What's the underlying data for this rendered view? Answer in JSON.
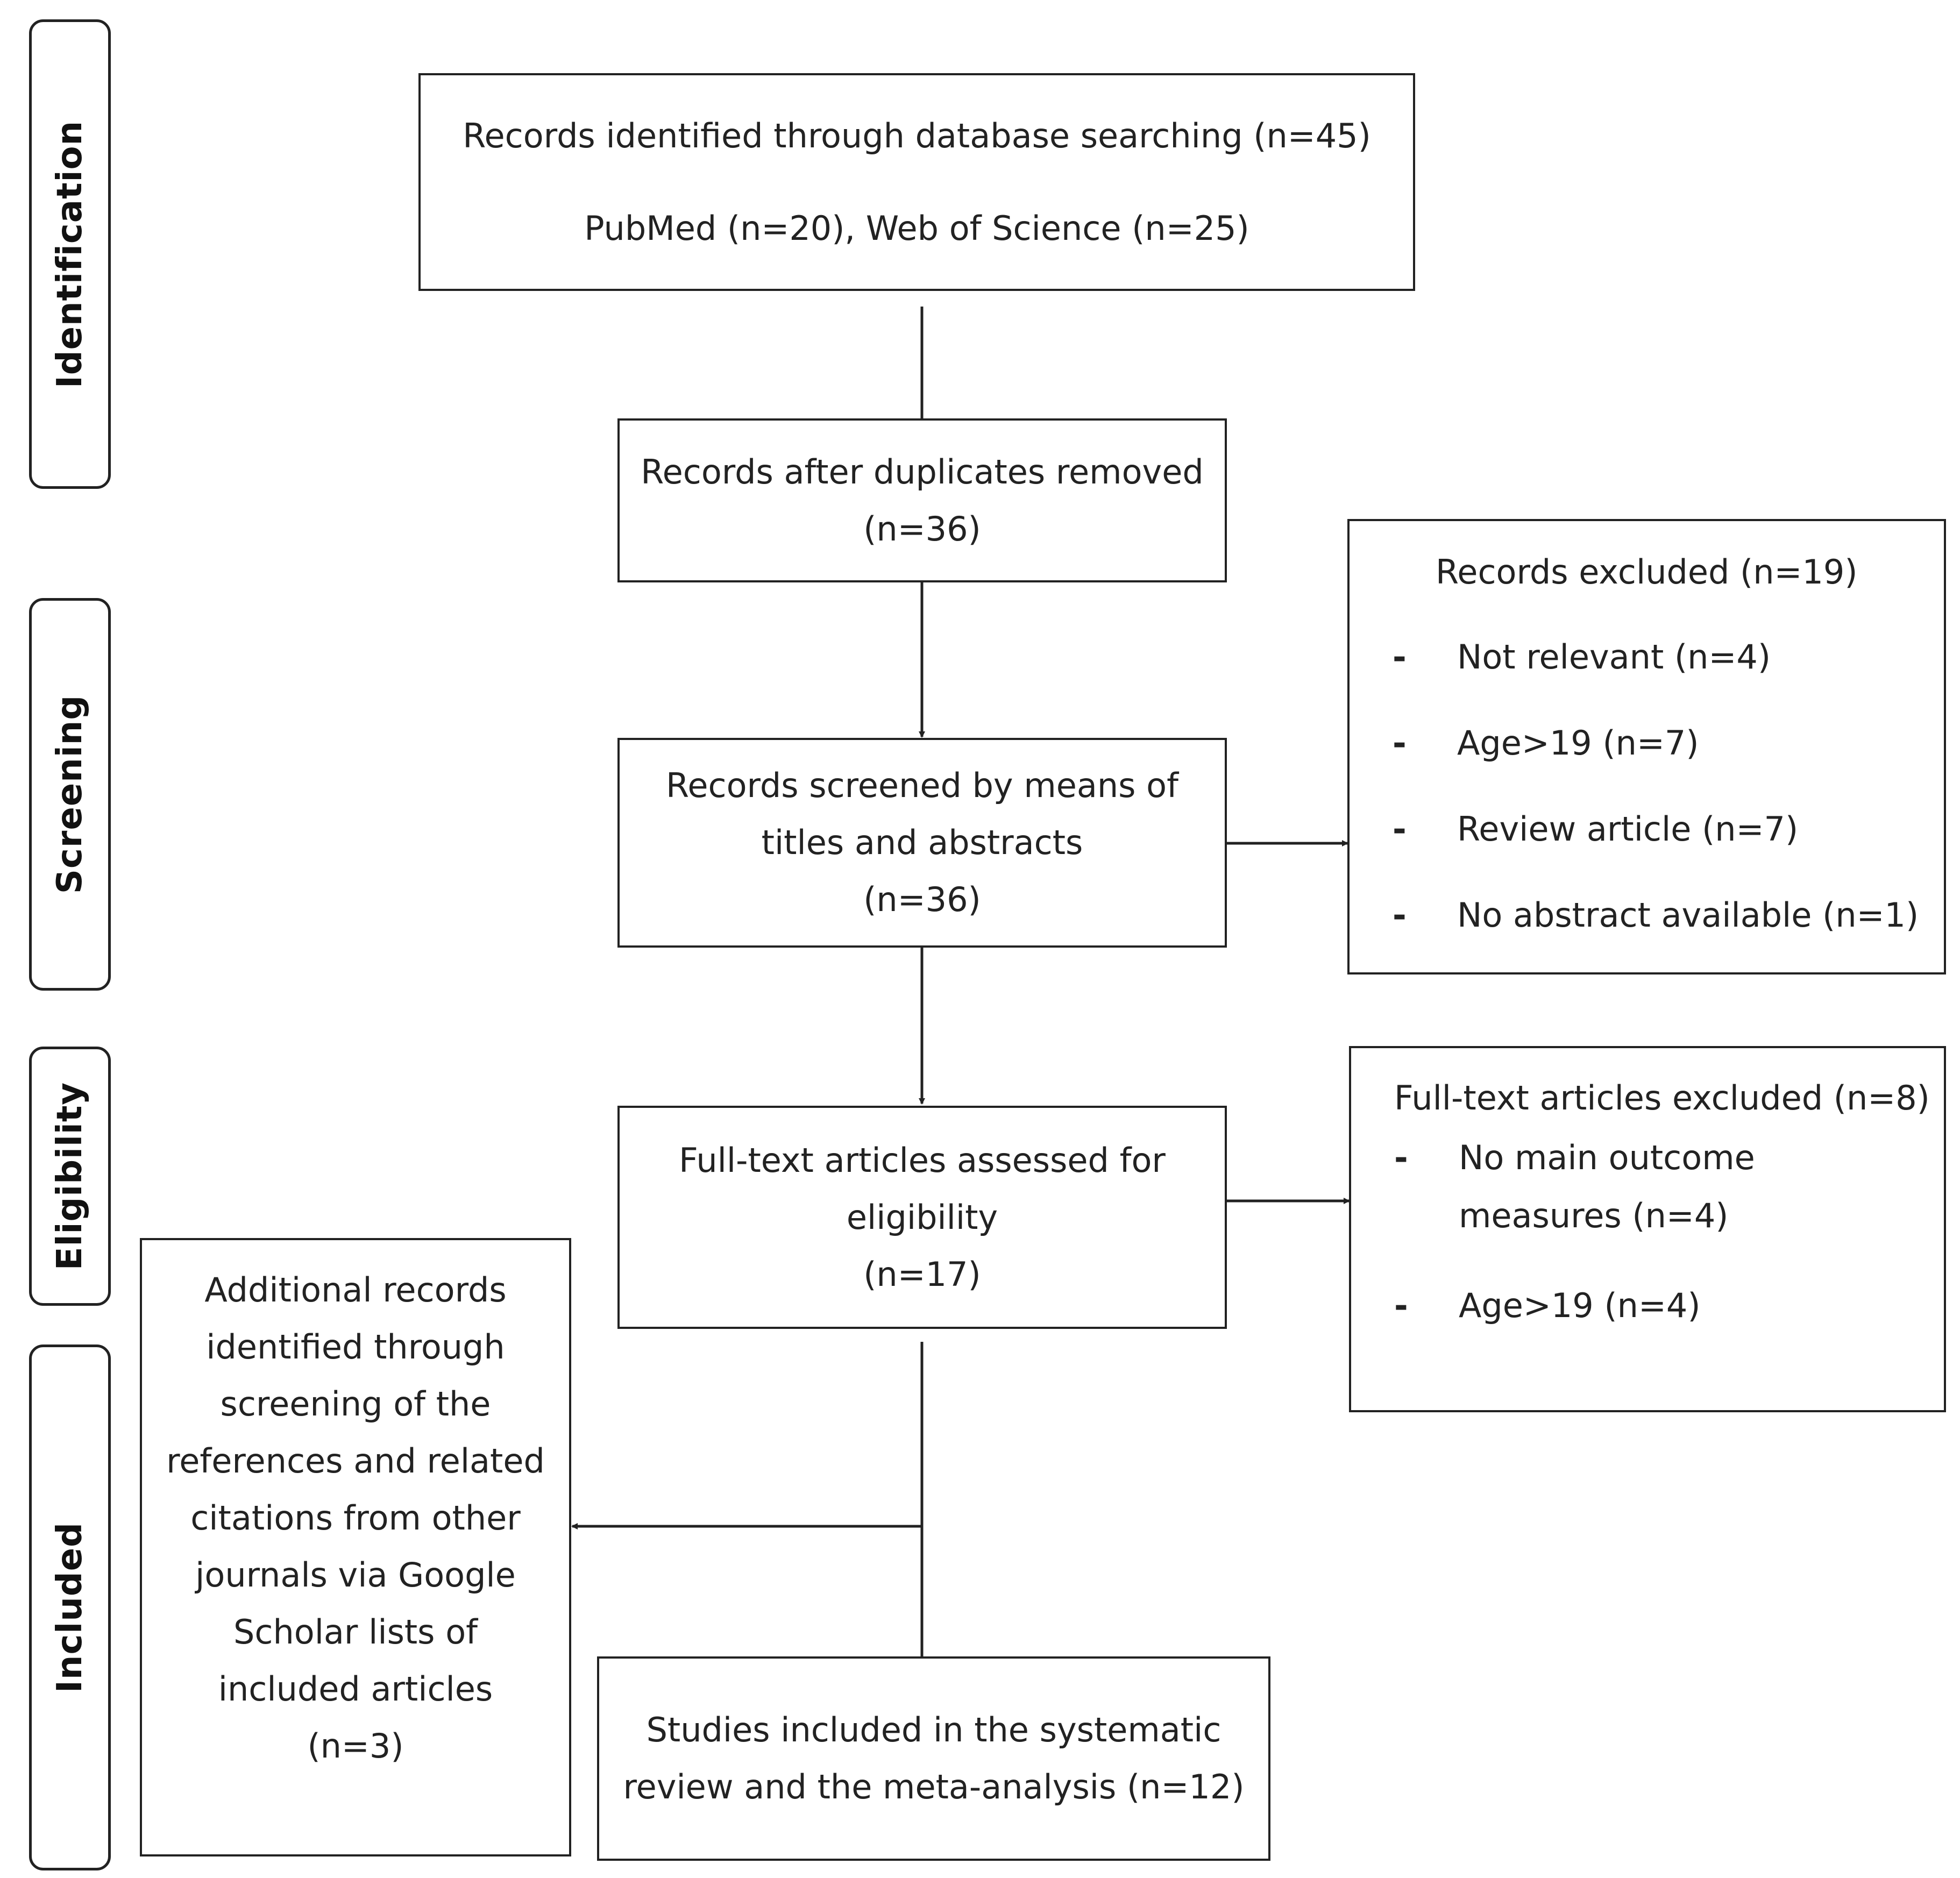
{
  "colors": {
    "line": "#222222",
    "background": "#ffffff"
  },
  "stages": {
    "identification": "Identification",
    "screening": "Screening",
    "eligibility": "Eligibility",
    "included": "Included"
  },
  "boxes": {
    "identified": {
      "line1": "Records identified through database searching (n=45)",
      "line2": "PubMed (n=20), Web of Science (n=25)"
    },
    "duplicates_removed": {
      "line1": "Records after duplicates removed",
      "line2": "(n=36)"
    },
    "screened": {
      "line1": "Records screened by means of",
      "line2": "titles and abstracts",
      "line3": "(n=36)"
    },
    "records_excluded": {
      "title": "Records excluded (n=19)",
      "items": [
        "Not relevant (n=4)",
        "Age>19 (n=7)",
        "Review article (n=7)",
        "No abstract available (n=1)"
      ]
    },
    "full_text_assessed": {
      "line1": "Full-text articles assessed for",
      "line2": "eligibility",
      "line3": "(n=17)"
    },
    "full_text_excluded": {
      "title": "Full-text articles excluded (n=8)",
      "items": [
        "No main outcome measures (n=4)",
        "Age>19 (n=4)"
      ]
    },
    "additional_records": {
      "lines": [
        "Additional records",
        "identified through",
        "screening of the",
        "references and related",
        "citations from other",
        "journals via Google",
        "Scholar lists of",
        "included articles",
        "(n=3)"
      ]
    },
    "studies_included": {
      "line1": "Studies included in the systematic",
      "line2": "review and the meta-analysis (n=12)"
    }
  },
  "bullet": "-"
}
